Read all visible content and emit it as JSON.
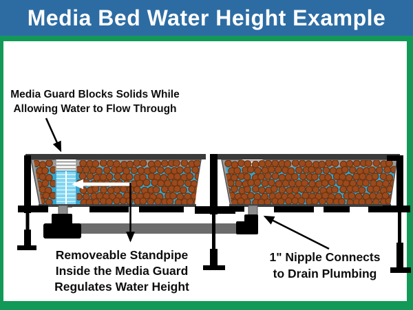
{
  "header": {
    "title": "Media Bed Water Height Example"
  },
  "labels": {
    "media_guard": {
      "line1": "Media Guard Blocks Solids While",
      "line2": "Allowing Water to Flow Through"
    },
    "standpipe": {
      "line1": "Removeable Standpipe",
      "line2": "Inside the Media Guard",
      "line3": "Regulates Water Height"
    },
    "nipple": {
      "line1": "1\" Nipple Connects",
      "line2": "to Drain Plumbing"
    }
  },
  "colors": {
    "header_bg": "#2d6ca3",
    "header_text": "#ffffff",
    "frame_green": "#129957",
    "water_blue": "#2fa9d6",
    "guard_blue": "#7ed5f1",
    "guard_blue_stroke": "#3d9ec5",
    "media_ball": "#9c4a1d",
    "media_ball_outline": "#70350f",
    "bed_wall_gray": "#9c9c9c",
    "bed_rim_dark": "#3a3a3a",
    "pipe_gray": "#6c6c6c",
    "nipple_gray": "#8d8d8d",
    "frame_black": "#000000",
    "arrow_white": "#ffffff",
    "label_text": "#0d0d0d"
  }
}
